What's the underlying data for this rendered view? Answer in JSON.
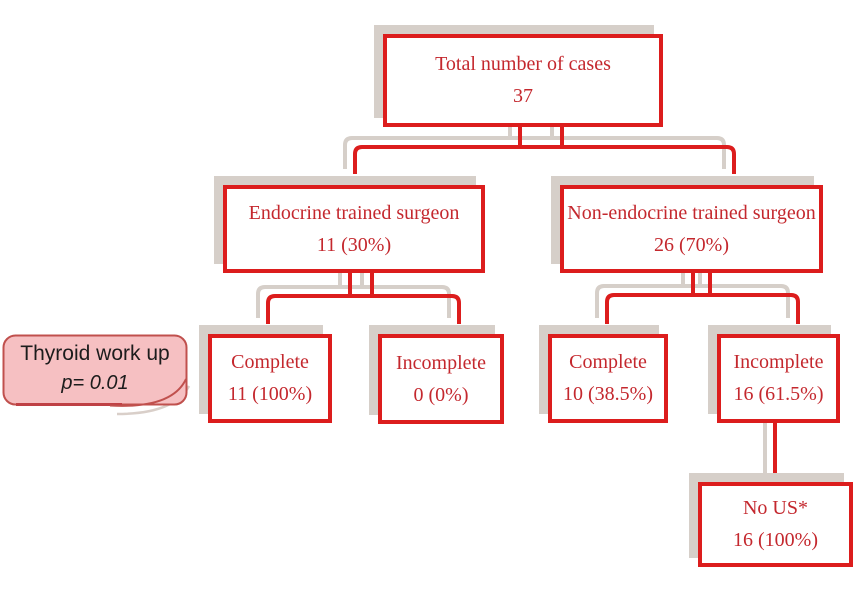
{
  "diagram": {
    "type": "flowchart",
    "nodes": {
      "total": {
        "label": "Total number of cases",
        "value": "37"
      },
      "endocrine": {
        "label": "Endocrine trained surgeon",
        "value": "11 (30%)"
      },
      "nonEndocrine": {
        "label": "Non-endocrine trained surgeon",
        "value": "26 (70%)"
      },
      "endoComplete": {
        "label": "Complete",
        "value": "11 (100%)"
      },
      "endoIncomplete": {
        "label": "Incomplete",
        "value": "0 (0%)"
      },
      "nonComplete": {
        "label": "Complete",
        "value": "10 (38.5%)"
      },
      "nonIncomplete": {
        "label": "Incomplete",
        "value": "16 (61.5%)"
      },
      "noUs": {
        "label": "No US*",
        "value": "16 (100%)"
      }
    },
    "edges": [
      [
        "total",
        "endocrine"
      ],
      [
        "total",
        "nonEndocrine"
      ],
      [
        "endocrine",
        "endoComplete"
      ],
      [
        "endocrine",
        "endoIncomplete"
      ],
      [
        "nonEndocrine",
        "nonComplete"
      ],
      [
        "nonEndocrine",
        "nonIncomplete"
      ],
      [
        "nonIncomplete",
        "noUs"
      ]
    ],
    "callout": {
      "title": "Thyroid work up",
      "p_value": "p= 0.01"
    },
    "colors": {
      "box_border": "#dc1d1d",
      "text_red": "#c4282e",
      "shadow_gray": "#d6cfc9",
      "callout_fill": "#f6c0c2",
      "callout_border": "#c0504d",
      "callout_text": "#1c1c1c",
      "background": "#ffffff"
    }
  }
}
